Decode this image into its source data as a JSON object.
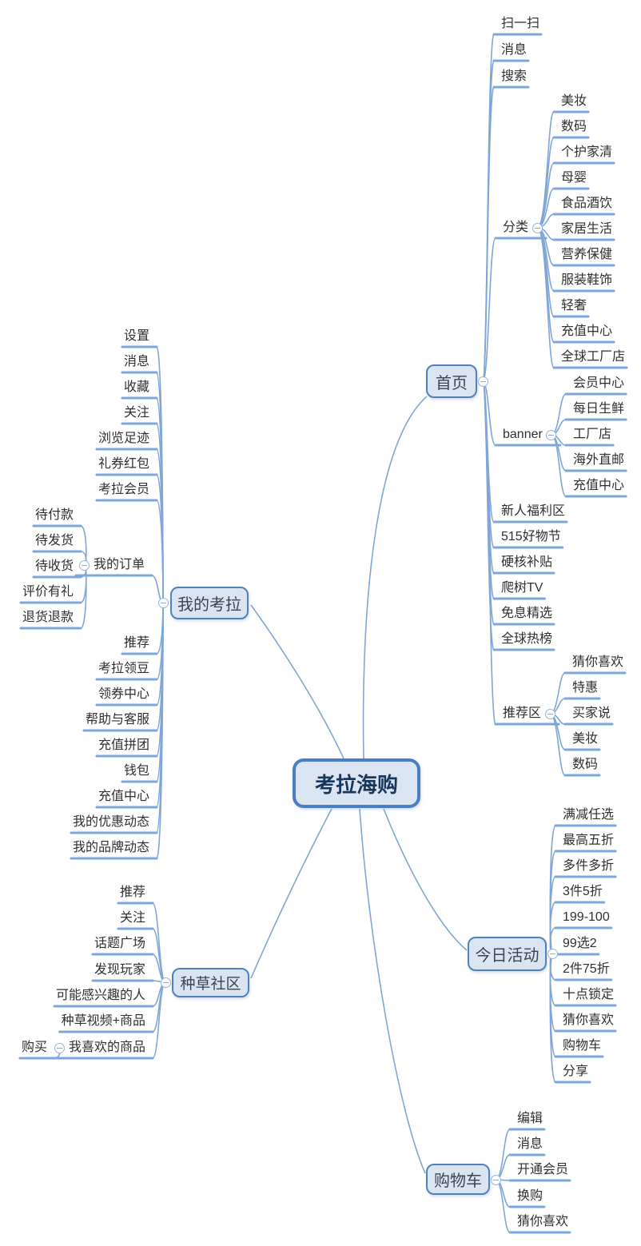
{
  "colors": {
    "line": "#7fa6d6",
    "underline": "#7da7dc",
    "node_border": "#4f81bd",
    "node_fill": "#dbe5f1",
    "root_text": "#17375d",
    "leaf_text": "#2f2f2f"
  },
  "map": {
    "root": "考拉海购",
    "home": {
      "label": "首页",
      "items": [
        "扫一扫",
        "消息",
        "搜索"
      ],
      "category": {
        "label": "分类",
        "items": [
          "美妆",
          "数码",
          "个护家清",
          "母婴",
          "食品酒饮",
          "家居生活",
          "营养保健",
          "服装鞋饰",
          "轻奢",
          "充值中心",
          "全球工厂店"
        ]
      },
      "banner": {
        "label": "banner",
        "items": [
          "会员中心",
          "每日生鲜",
          "工厂店",
          "海外直邮",
          "充值中心"
        ]
      },
      "sections": [
        "新人福利区",
        "515好物节",
        "硬核补贴",
        "爬树TV",
        "免息精选",
        "全球热榜"
      ],
      "recommend": {
        "label": "推荐区",
        "items": [
          "猜你喜欢",
          "特惠",
          "买家说",
          "美妆",
          "数码"
        ]
      }
    },
    "my_kaola": {
      "label": "我的考拉",
      "items_top": [
        "设置",
        "消息",
        "收藏",
        "关注",
        "浏览足迹",
        "礼券红包",
        "考拉会员"
      ],
      "orders": {
        "label": "我的订单",
        "items": [
          "待付款",
          "待发货",
          "待收货",
          "评价有礼",
          "退货退款"
        ]
      },
      "items_bottom": [
        "推荐",
        "考拉领豆",
        "领券中心",
        "帮助与客服",
        "充值拼团",
        "钱包",
        "充值中心",
        "我的优惠动态",
        "我的品牌动态"
      ]
    },
    "community": {
      "label": "种草社区",
      "items": [
        "推荐",
        "关注",
        "话题广场",
        "发现玩家",
        "可能感兴趣的人",
        "种草视频+商品"
      ],
      "liked": {
        "label": "我喜欢的商品",
        "items": [
          "购买"
        ]
      }
    },
    "today": {
      "label": "今日活动",
      "items": [
        "满减任选",
        "最高五折",
        "多件多折",
        "3件5折",
        "199-100",
        "99选2",
        "2件75折",
        "十点锁定",
        "猜你喜欢",
        "购物车",
        "分享"
      ]
    },
    "cart": {
      "label": "购物车",
      "items": [
        "编辑",
        "消息",
        "开通会员",
        "换购",
        "猜你喜欢"
      ]
    }
  }
}
